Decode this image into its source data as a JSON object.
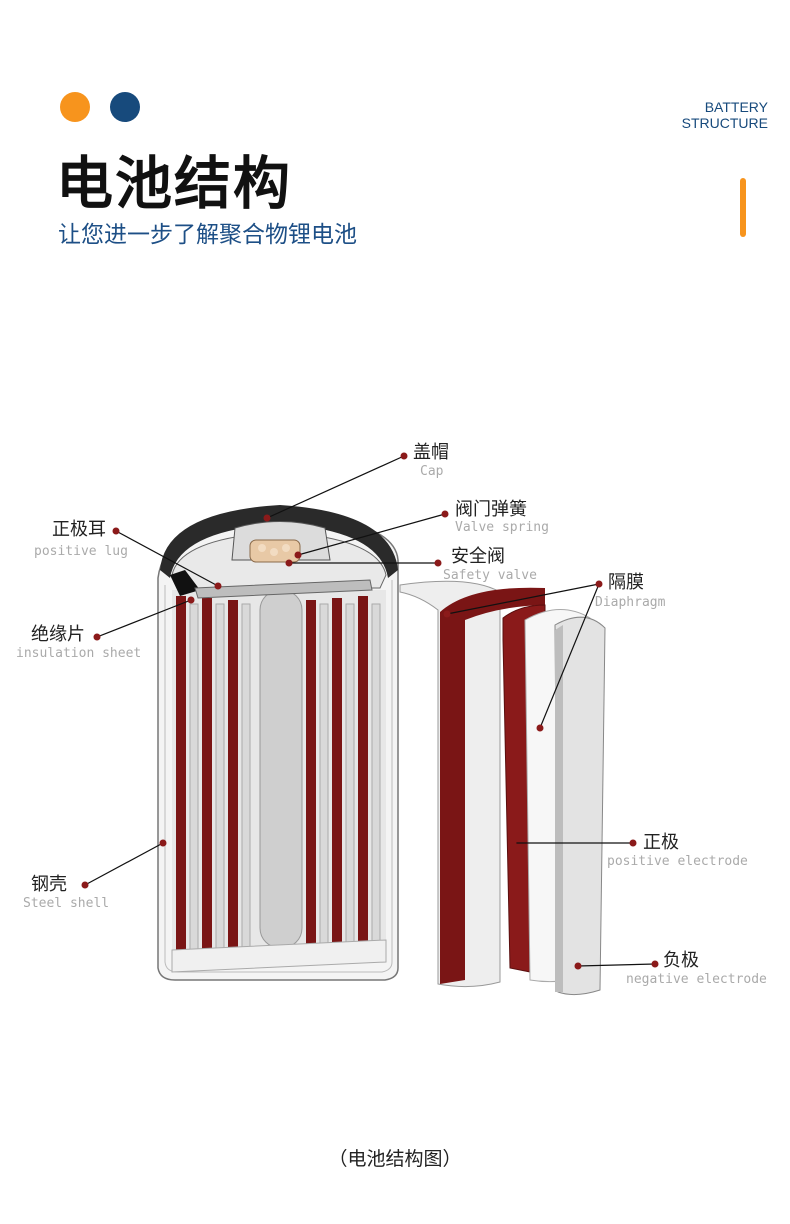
{
  "header": {
    "title": "电池结构",
    "subtitle": "让您进一步了解聚合物锂电池",
    "english_line1": "BATTERY",
    "english_line2": "STRUCTURE"
  },
  "colors": {
    "accent_orange": "#f7941d",
    "accent_blue": "#174a7c",
    "electrode_red": "#7a1515",
    "shell_gray": "#d9d9d9"
  },
  "diagram": {
    "labels": {
      "cap": {
        "cn": "盖帽",
        "en": "Cap"
      },
      "valve_spring": {
        "cn": "阀门弹簧",
        "en": "Valve spring"
      },
      "safety_valve": {
        "cn": "安全阀",
        "en": "Safety valve"
      },
      "diaphragm": {
        "cn": "隔膜",
        "en": "Diaphragm"
      },
      "positive_lug": {
        "cn": "正极耳",
        "en": "positive lug"
      },
      "insulation_sheet": {
        "cn": "绝缘片",
        "en": "insulation sheet"
      },
      "steel_shell": {
        "cn": "钢壳",
        "en": "Steel shell"
      },
      "positive_electrode": {
        "cn": "正极",
        "en": "positive electrode"
      },
      "negative_electrode": {
        "cn": "负极",
        "en": "negative electrode"
      }
    },
    "caption": "（电池结构图）"
  }
}
